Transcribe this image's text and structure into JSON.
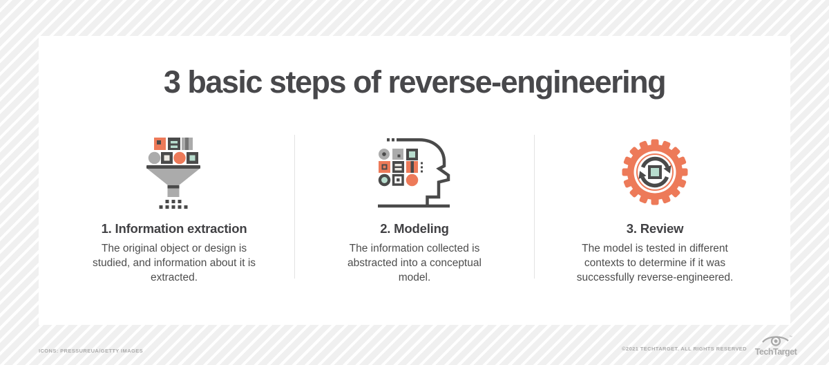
{
  "page": {
    "title": "3 basic steps of reverse-engineering"
  },
  "steps": [
    {
      "heading": "1. Information extraction",
      "description": "The original object or design is studied, and information about it is extracted.",
      "icon": "funnel-extraction-icon"
    },
    {
      "heading": "2. Modeling",
      "description": "The information collected is abstracted into a conceptual model.",
      "icon": "head-profile-modeling-icon"
    },
    {
      "heading": "3. Review",
      "description": "The model is tested in different contexts to determine if it was successfully reverse-engineered.",
      "icon": "gear-refresh-review-icon"
    }
  ],
  "footer": {
    "credits": "ICONS: PRESSUREUA/GETTY IMAGES",
    "copyright": "©2021 TECHTARGET. ALL RIGHTS RESERVED",
    "logo_text": "TechTarget",
    "logo_tm": "™"
  },
  "colors": {
    "orange": "#ED7A59",
    "mint": "#B8DDCE",
    "shape_gray": "#ABABAB",
    "dark": "#4A4A4A",
    "offwhite": "#EDEAE3",
    "title_text": "#48484B",
    "body_text": "#4D4D4D",
    "footer_text": "#ABABAB",
    "background_stripe": "#F0F0F0"
  }
}
